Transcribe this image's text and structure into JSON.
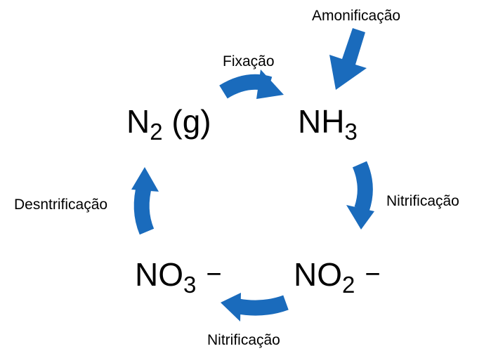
{
  "colors": {
    "arrow": "#1a6bbc",
    "text": "#000000"
  },
  "species": {
    "n2": {
      "symbol": "N",
      "subscript": "2",
      "suffix": " (g)"
    },
    "nh3": {
      "symbol": "NH",
      "subscript": "3"
    },
    "no2": {
      "symbol": "NO",
      "subscript": "2",
      "charge": "−"
    },
    "no3": {
      "symbol": "NO",
      "subscript": "3",
      "charge": "−"
    }
  },
  "processes": {
    "amonificacao": "Amonificação",
    "fixacao": "Fixação",
    "nitrificacao_right": "Nitrificação",
    "nitrificacao_bottom": "Nitrificação",
    "desnitrificacao": "Desntrificação"
  }
}
